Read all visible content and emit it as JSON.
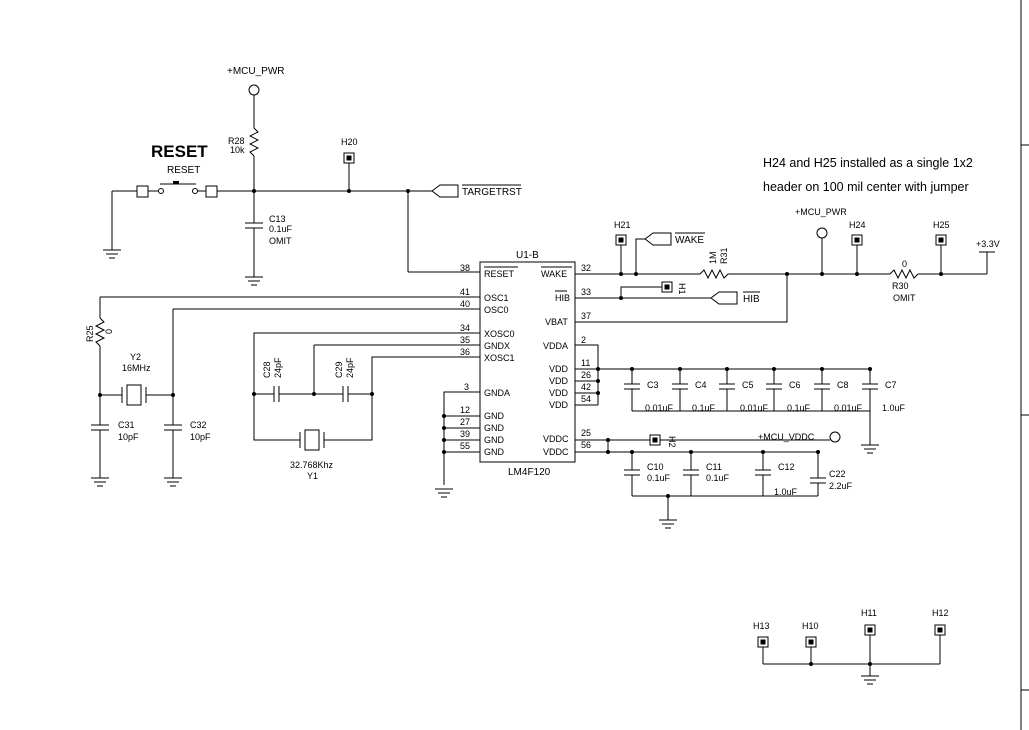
{
  "power": {
    "mcu_pwr_top": "+MCU_PWR",
    "mcu_pwr_right": "+MCU_PWR",
    "mcu_vddc": "+MCU_VDDC",
    "v33": "+3.3V"
  },
  "reset": {
    "title": "RESET",
    "switch_label": "RESET",
    "net_label": "TARGETRST"
  },
  "resistors": {
    "r28": {
      "ref": "R28",
      "value": "10k"
    },
    "r31": {
      "ref": "R31",
      "value": "1M"
    },
    "r30": {
      "ref": "R30",
      "value": "0",
      "note": "OMIT"
    },
    "r25": {
      "ref": "R25",
      "value": "0"
    }
  },
  "capacitors": {
    "c13": {
      "ref": "C13",
      "value": "0.1uF",
      "note": "OMIT"
    },
    "c31": {
      "ref": "C31",
      "value": "10pF"
    },
    "c32": {
      "ref": "C32",
      "value": "10pF"
    },
    "c28": {
      "ref": "C28",
      "value": "24pF"
    },
    "c29": {
      "ref": "C29",
      "value": "24pF"
    },
    "c3": {
      "ref": "C3",
      "value": "0.01uF"
    },
    "c4": {
      "ref": "C4",
      "value": "0.1uF"
    },
    "c5": {
      "ref": "C5",
      "value": "0.01uF"
    },
    "c6": {
      "ref": "C6",
      "value": "0.1uF"
    },
    "c8": {
      "ref": "C8",
      "value": "0.01uF"
    },
    "c7": {
      "ref": "C7",
      "value": "1.0uF"
    },
    "c10": {
      "ref": "C10",
      "value": "0.1uF"
    },
    "c11": {
      "ref": "C11",
      "value": "0.1uF"
    },
    "c12": {
      "ref": "C12",
      "value": "1.0uF"
    },
    "c22": {
      "ref": "C22",
      "value": "2.2uF"
    }
  },
  "crystals": {
    "y2": {
      "ref": "Y2",
      "value": "16MHz"
    },
    "y1": {
      "ref": "Y1",
      "value": "32.768Khz"
    }
  },
  "headers": [
    "H20",
    "H21",
    "H24",
    "H25",
    "H1",
    "H2",
    "H13",
    "H10",
    "H11",
    "H12"
  ],
  "net_labels": {
    "wake": "WAKE",
    "hib": "HIB"
  },
  "ic": {
    "ref": "U1-B",
    "part": "LM4F120",
    "left_pins": [
      {
        "num": "38",
        "name": "RESET"
      },
      {
        "num": "41",
        "name": "OSC1"
      },
      {
        "num": "40",
        "name": "OSC0"
      },
      {
        "num": "34",
        "name": "XOSC0"
      },
      {
        "num": "35",
        "name": "GNDX"
      },
      {
        "num": "36",
        "name": "XOSC1"
      },
      {
        "num": "3",
        "name": "GNDA"
      },
      {
        "num": "12",
        "name": "GND"
      },
      {
        "num": "27",
        "name": "GND"
      },
      {
        "num": "39",
        "name": "GND"
      },
      {
        "num": "55",
        "name": "GND"
      }
    ],
    "right_pins": [
      {
        "num": "32",
        "name": "WAKE"
      },
      {
        "num": "33",
        "name": "HIB"
      },
      {
        "num": "37",
        "name": "VBAT"
      },
      {
        "num": "2",
        "name": "VDDA"
      },
      {
        "num": "11",
        "name": "VDD"
      },
      {
        "num": "26",
        "name": "VDD"
      },
      {
        "num": "42",
        "name": "VDD"
      },
      {
        "num": "54",
        "name": "VDD"
      },
      {
        "num": "25",
        "name": "VDDC"
      },
      {
        "num": "56",
        "name": "VDDC"
      }
    ]
  },
  "note": {
    "line1": "H24 and H25 installed as a single 1x2",
    "line2": "header on 100 mil center with jumper"
  }
}
